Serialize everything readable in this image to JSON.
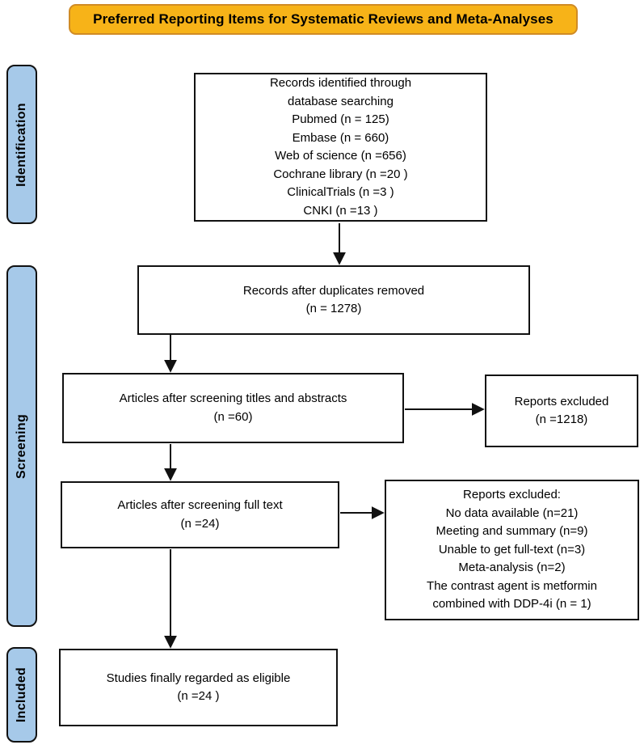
{
  "title": {
    "label": "Preferred Reporting Items for Systematic Reviews and Meta-Analyses"
  },
  "stages": [
    {
      "label": "Identification"
    },
    {
      "label": "Screening"
    },
    {
      "label": "Included"
    }
  ],
  "boxes": {
    "records_identified": {
      "text": "Records identified through\ndatabase searching\nPubmed (n = 125)\nEmbase (n = 660)\nWeb of science (n =656)\nCochrane library (n =20 )\nClinicalTrials (n =3 )\nCNKI (n =13 )"
    },
    "duplicates_removed": {
      "text": "Records after duplicates removed\n(n = 1278)"
    },
    "title_abstract_screening": {
      "text": "Articles after screening titles and abstracts\n(n =60)"
    },
    "reports_excluded_screening": {
      "text": "Reports excluded\n(n =1218)"
    },
    "full_text_screening": {
      "text": "Articles after screening full text\n(n =24)"
    },
    "reports_excluded_fulltext": {
      "text": "Reports excluded:\nNo data available (n=21)\nMeeting and summary (n=9)\nUnable to get full-text (n=3)\nMeta-analysis (n=2)\nThe contrast agent is metformin\ncombined with DDP-4i (n = 1)"
    },
    "eligible": {
      "text": "Studies finally regarded as eligible\n(n =24 )"
    }
  },
  "colors": {
    "banner_fill": "#F7B318",
    "banner_border": "#D08B25",
    "stage_fill": "#A6C9E9"
  }
}
